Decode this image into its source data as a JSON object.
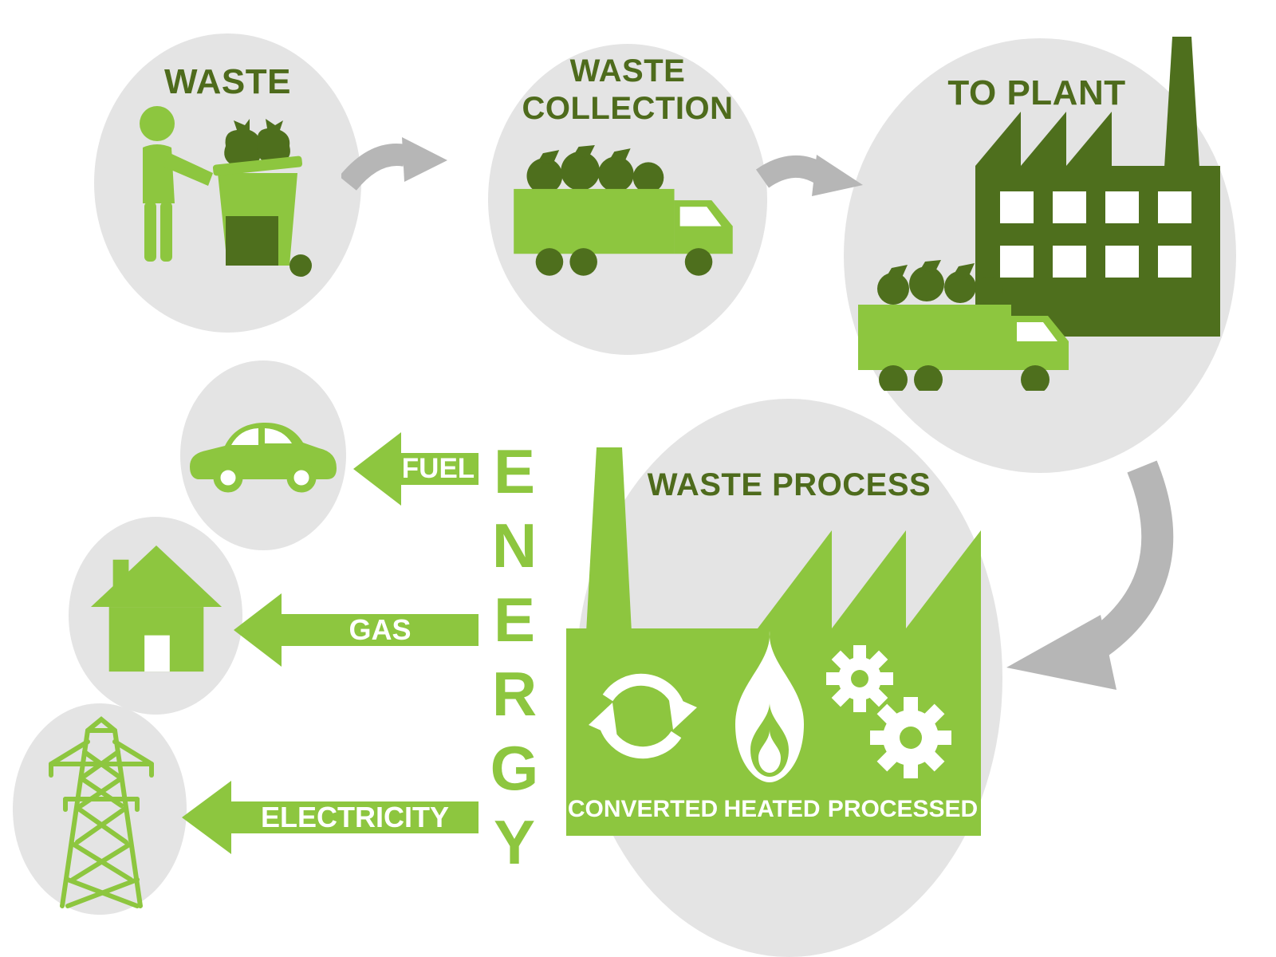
{
  "colors": {
    "light_green": "#8dc63f",
    "dark_green": "#4e6f1d",
    "label_olive": "#4e6b1c",
    "bubble_gray": "#e4e4e4",
    "arrow_gray": "#b6b6b6",
    "white": "#ffffff"
  },
  "stages": {
    "waste": {
      "label": "WASTE",
      "icon": "person-with-trash-bin"
    },
    "waste_collection": {
      "label": "WASTE COLLECTION",
      "lines": [
        "WASTE",
        "COLLECTION"
      ],
      "icon": "garbage-truck"
    },
    "to_plant": {
      "label": "TO PLANT",
      "icon": "factory-with-truck"
    },
    "waste_process": {
      "label": "WASTE PROCESS",
      "icon": "factory",
      "steps": [
        {
          "label": "CONVERTED",
          "icon": "recycle-arrows"
        },
        {
          "label": "HEATED",
          "icon": "flame"
        },
        {
          "label": "PROCESSED",
          "icon": "gears"
        }
      ]
    }
  },
  "energy": {
    "word": "ENERGY",
    "letters": [
      "E",
      "N",
      "E",
      "R",
      "G",
      "Y"
    ]
  },
  "outputs": [
    {
      "label": "FUEL",
      "destination_icon": "car"
    },
    {
      "label": "GAS",
      "destination_icon": "house"
    },
    {
      "label": "ELECTRICITY",
      "destination_icon": "power-pylon"
    }
  ]
}
